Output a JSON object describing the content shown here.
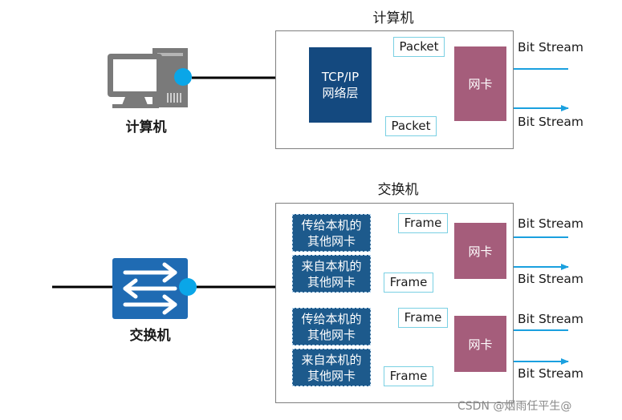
{
  "computer": {
    "panel_title": "计算机",
    "device_label": "计算机",
    "tcp_block": [
      "TCP/IP",
      "网络层"
    ],
    "nic_label": "网卡",
    "packet_in": "Packet",
    "packet_out": "Packet",
    "stream_in": "Bit Stream",
    "stream_out": "Bit Stream"
  },
  "switch": {
    "panel_title": "交换机",
    "device_label": "交换机",
    "groups": [
      {
        "nic_label": "网卡",
        "send_box": [
          "传给本机的",
          "其他网卡"
        ],
        "recv_box": [
          "来自本机的",
          "其他网卡"
        ],
        "frame_in": "Frame",
        "frame_out": "Frame",
        "stream_in": "Bit Stream",
        "stream_out": "Bit Stream"
      },
      {
        "nic_label": "网卡",
        "send_box": [
          "传给本机的",
          "其他网卡"
        ],
        "recv_box": [
          "来自本机的",
          "其他网卡"
        ],
        "frame_in": "Frame",
        "frame_out": "Frame",
        "stream_in": "Bit Stream",
        "stream_out": "Bit Stream"
      }
    ]
  },
  "watermark": "CSDN @烟雨任平生@",
  "colors": {
    "arrow": "#1aa0df",
    "nic": "#a55d7b",
    "tcp": "#14497f",
    "switch": "#1f6bb3",
    "port": "#0aa6e8"
  }
}
